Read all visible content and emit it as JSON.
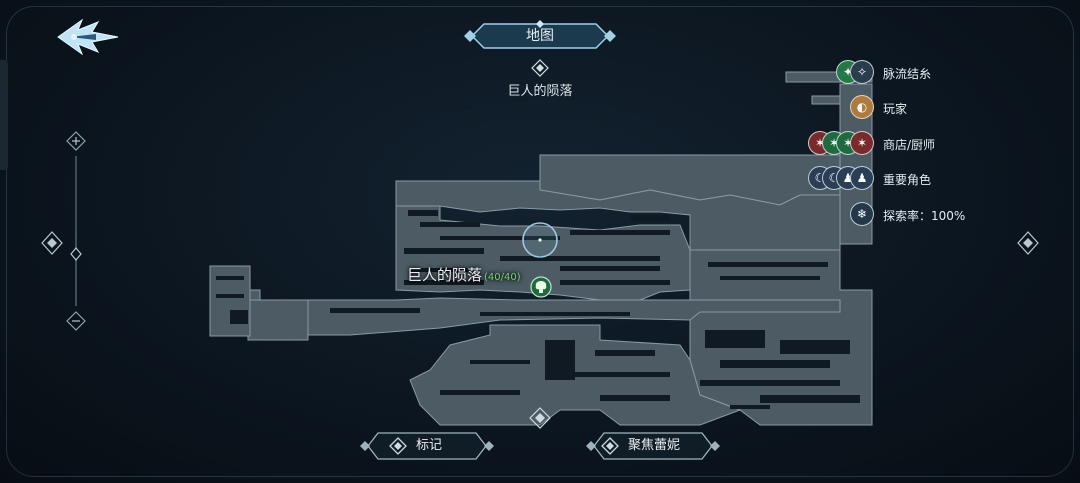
{
  "header": {
    "title": "地图",
    "region": "巨人的陨落"
  },
  "map": {
    "area_label": "巨人的陨落",
    "area_progress": "(40/40)"
  },
  "legend": [
    {
      "label": "脉流结糸",
      "icons": [
        "leaf-emblem-icon",
        "swirl-emblem-icon"
      ]
    },
    {
      "label": "玩家",
      "icons": [
        "player-emblem-icon"
      ]
    },
    {
      "label": "商店/厨师",
      "icons": [
        "shop-emblem-icon",
        "cook-emblem-icon",
        "merchant-emblem-icon",
        "chef-emblem-icon"
      ]
    },
    {
      "label": "重要角色",
      "icons": [
        "character-emblem-icon",
        "character-emblem-icon",
        "character-emblem-icon",
        "character-emblem-icon"
      ]
    },
    {
      "label": "探索率：100%",
      "icons": [
        "snowflake-icon"
      ]
    }
  ],
  "buttons": {
    "mark": "标记",
    "focus": "聚焦蕾妮"
  },
  "colors": {
    "map_fill": "#4c5b64",
    "map_edge": "#8a9aa3",
    "accent": "#7fb8d8",
    "progress": "#6fd36a"
  }
}
